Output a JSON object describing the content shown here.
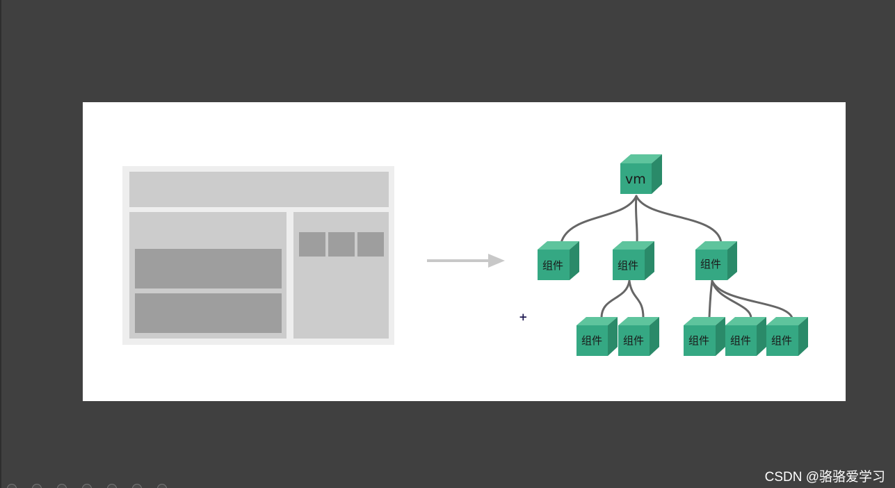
{
  "watermark": "CSDN @骆骆爱学习",
  "diagram": {
    "root_label": "vm",
    "component_label": "组件",
    "nodes": [
      {
        "id": "root",
        "label": "vm"
      },
      {
        "id": "c1",
        "label": "组件"
      },
      {
        "id": "c2",
        "label": "组件"
      },
      {
        "id": "c3",
        "label": "组件"
      },
      {
        "id": "c2a",
        "label": "组件"
      },
      {
        "id": "c2b",
        "label": "组件"
      },
      {
        "id": "c3a",
        "label": "组件"
      },
      {
        "id": "c3b",
        "label": "组件"
      },
      {
        "id": "c3c",
        "label": "组件"
      }
    ]
  },
  "colors": {
    "desktop_bg": "#404040",
    "slide_bg": "#ffffff",
    "cube_front": "#35a883",
    "cube_top": "#5ec49d",
    "cube_side": "#2a8a69",
    "wireframe_outer": "#eeeeee",
    "wireframe_light": "#cccccc",
    "wireframe_dark": "#9e9e9e",
    "arrow": "#c8c8c8",
    "connector": "#666666"
  }
}
